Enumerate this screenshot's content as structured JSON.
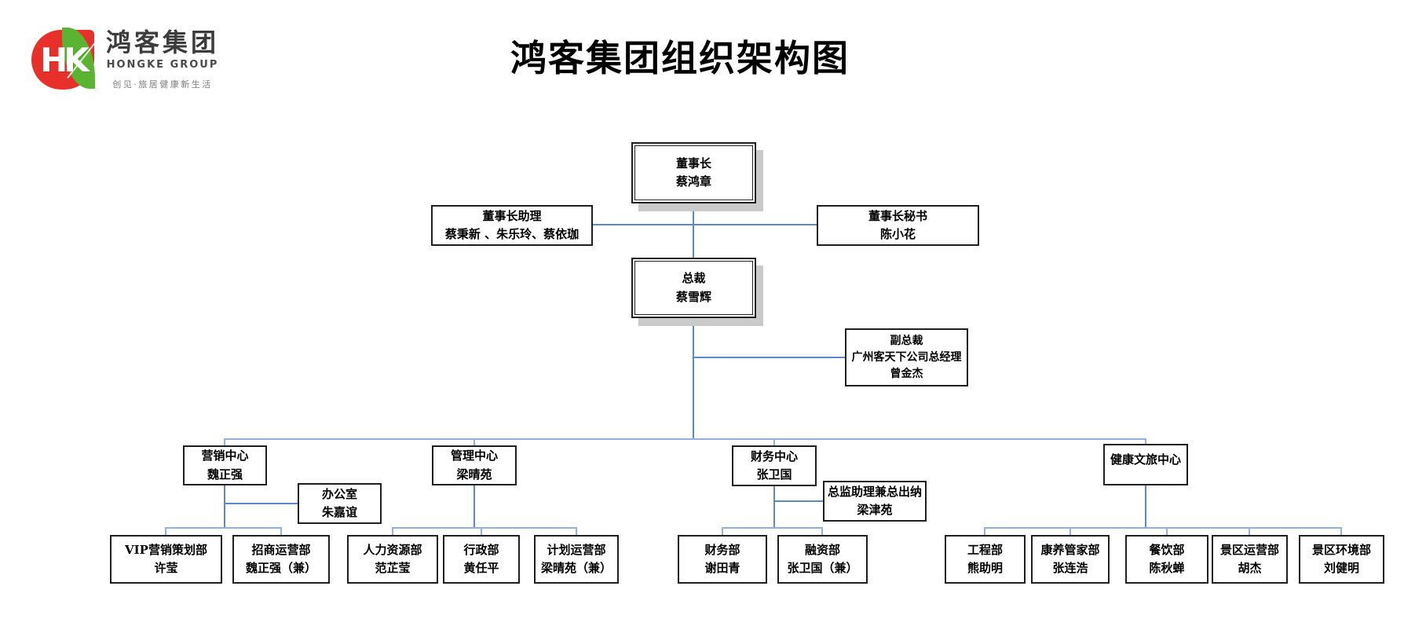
{
  "header": {
    "title": "鸿客集团组织架构图",
    "logo": {
      "mark_text": "HK",
      "company_cn": "鸿客集团",
      "company_en": "HONGKE GROUP",
      "tagline": "创见·旅居健康新生活"
    }
  },
  "colors": {
    "line": "#5c88c6",
    "bus": "#93b1da",
    "logo_red": "#e8302a",
    "logo_green": "#5bb431",
    "box_border": "#1f1f1f",
    "shadow": "#cacaca"
  },
  "nodes": {
    "chairman": {
      "title": "董事长",
      "name": "蔡鸿章"
    },
    "assistant": {
      "title": "董事长助理",
      "name": "蔡秉新 、朱乐玲、蔡依珈"
    },
    "secretary": {
      "title": "董事长秘书",
      "name": "陈小花"
    },
    "president": {
      "title": "总裁",
      "name": "蔡雪辉"
    },
    "vice_president": {
      "title": "副总裁",
      "subtitle": "广州客天下公司总经理",
      "name": "曾金杰"
    },
    "center_marketing": {
      "title": "营销中心",
      "name": "魏正强"
    },
    "office": {
      "title": "办公室",
      "name": "朱嘉谊"
    },
    "center_management": {
      "title": "管理中心",
      "name": "梁晴苑"
    },
    "center_finance": {
      "title": "财务中心",
      "name": "张卫国"
    },
    "deputy_treasurer": {
      "title": "总监助理兼总出纳",
      "name": "梁津苑"
    },
    "center_health": {
      "title": "健康文旅中心"
    },
    "dept_vip_marketing": {
      "title": "VIP营销策划部",
      "name": "许莹"
    },
    "dept_investment": {
      "title": "招商运营部",
      "name": "魏正强（兼）"
    },
    "dept_hr": {
      "title": "人力资源部",
      "name": "范芷莹"
    },
    "dept_admin": {
      "title": "行政部",
      "name": "黄任平"
    },
    "dept_planning": {
      "title": "计划运营部",
      "name": "梁晴苑（兼）"
    },
    "dept_finance": {
      "title": "财务部",
      "name": "谢田青"
    },
    "dept_funding": {
      "title": "融资部",
      "name": "张卫国（兼）"
    },
    "dept_engineering": {
      "title": "工程部",
      "name": "熊助明"
    },
    "dept_wellness": {
      "title": "康养管家部",
      "name": "张连浩"
    },
    "dept_catering": {
      "title": "餐饮部",
      "name": "陈秋蝉"
    },
    "dept_scenic_ops": {
      "title": "景区运营部",
      "name": "胡杰"
    },
    "dept_scenic_env": {
      "title": "景区环境部",
      "name": "刘健明"
    }
  }
}
